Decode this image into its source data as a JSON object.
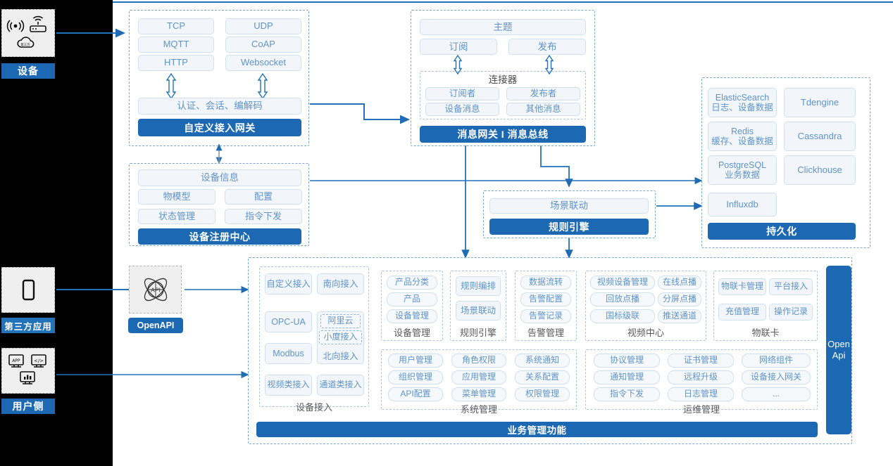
{
  "meta": {
    "accent": "#1c68b3",
    "chip_text": "#5f93c9",
    "canvas_bg": "#ffffff",
    "rail_bg": "#000000"
  },
  "rail": {
    "items": [
      {
        "label": "设备",
        "icons": [
          "wifi-signal-icon",
          "router-icon",
          "cloud-icon"
        ]
      },
      {
        "label": "第三方应用",
        "icons": [
          "mobile-phone-icon"
        ]
      },
      {
        "label": "用户侧",
        "icons": [
          "app-window-icon",
          "code-window-icon",
          "dashboard-chart-icon"
        ]
      }
    ]
  },
  "openapi": {
    "icon": "api-atom-icon",
    "label": "OpenAPI",
    "vertical_label": "Open\nApi"
  },
  "gateway": {
    "protocols": [
      "TCP",
      "UDP",
      "MQTT",
      "CoAP",
      "HTTP",
      "Websocket"
    ],
    "middle": "认证、会话、编解码",
    "footer": "自定义接入网关"
  },
  "message_bus": {
    "topic": "主题",
    "subscribe": "订阅",
    "publish": "发布",
    "connector_title": "连接器",
    "connector_items": [
      "订阅者",
      "发布者",
      "设备消息",
      "其他消息"
    ],
    "footer": "消息网关 I 消息总线"
  },
  "device_registry": {
    "header": "设备信息",
    "items": [
      "物模型",
      "配置",
      "状态管理",
      "指令下发"
    ],
    "footer": "设备注册中心"
  },
  "rule_engine": {
    "item": "场景联动",
    "footer": "规则引擎"
  },
  "persistence": {
    "items": [
      {
        "name": "ElasticSearch",
        "sub": "日志、设备数据"
      },
      {
        "name": "Tdengine",
        "sub": ""
      },
      {
        "name": "Redis",
        "sub": "缓存、设备数据"
      },
      {
        "name": "Cassandra",
        "sub": ""
      },
      {
        "name": "PostgreSQL",
        "sub": "业务数据"
      },
      {
        "name": "Clickhouse",
        "sub": ""
      },
      {
        "name": "Influxdb",
        "sub": ""
      }
    ],
    "footer": "持久化"
  },
  "business": {
    "footer": "业务管理功能",
    "groups_top": [
      {
        "title": "设备接入",
        "cells": [
          "自定义接入",
          "南向接入",
          "OPC-UA",
          "Modbus",
          "视频类接入",
          "通道类接入"
        ],
        "northbound": {
          "label": "北向接入",
          "nested": [
            "阿里云",
            "小度接入"
          ]
        }
      },
      {
        "title": "设备管理",
        "cells": [
          "产品分类",
          "产品",
          "设备管理"
        ]
      },
      {
        "title": "规则引擎",
        "cells": [
          "规则编排",
          "场景联动"
        ]
      },
      {
        "title": "告警管理",
        "cells": [
          "数据流转",
          "告警配置",
          "告警记录"
        ]
      },
      {
        "title": "视频中心",
        "cells": [
          "视频设备管理",
          "在线点播",
          "回放点播",
          "分屏点播",
          "国标级联",
          "推送通道"
        ]
      },
      {
        "title": "物联卡",
        "cells": [
          "物联卡管理",
          "平台接入",
          "充值管理",
          "操作记录"
        ]
      }
    ],
    "groups_bottom": [
      {
        "title": "系统管理",
        "cells": [
          "用户管理",
          "角色权限",
          "系统通知",
          "组织管理",
          "应用管理",
          "关系配置",
          "API配置",
          "菜单管理",
          "权限管理"
        ]
      },
      {
        "title": "运维管理",
        "cells": [
          "协议管理",
          "证书管理",
          "网络组件",
          "通知管理",
          "远程升级",
          "设备接入网关",
          "指令下发",
          "日志管理",
          "..."
        ]
      }
    ]
  }
}
